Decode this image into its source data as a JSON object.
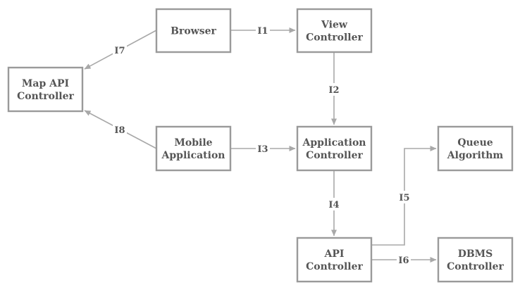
{
  "nodes": {
    "browser": [
      "Browser"
    ],
    "view": [
      "View",
      "Controller"
    ],
    "map": [
      "Map API",
      "Controller"
    ],
    "mobile": [
      "Mobile",
      "Application"
    ],
    "app": [
      "Application",
      "Controller"
    ],
    "queue": [
      "Queue",
      "Algorithm"
    ],
    "api": [
      "API",
      "Controller"
    ],
    "dbms": [
      "DBMS",
      "Controller"
    ]
  },
  "edges": [
    {
      "from": "browser",
      "to": "view",
      "label": "I1"
    },
    {
      "from": "view",
      "to": "app",
      "label": "I2"
    },
    {
      "from": "mobile",
      "to": "app",
      "label": "I3"
    },
    {
      "from": "app",
      "to": "api",
      "label": "I4"
    },
    {
      "from": "api",
      "to": "queue",
      "label": "I5"
    },
    {
      "from": "api",
      "to": "dbms",
      "label": "I6"
    },
    {
      "from": "browser",
      "to": "map",
      "label": "I7"
    },
    {
      "from": "mobile",
      "to": "map",
      "label": "I8"
    }
  ]
}
